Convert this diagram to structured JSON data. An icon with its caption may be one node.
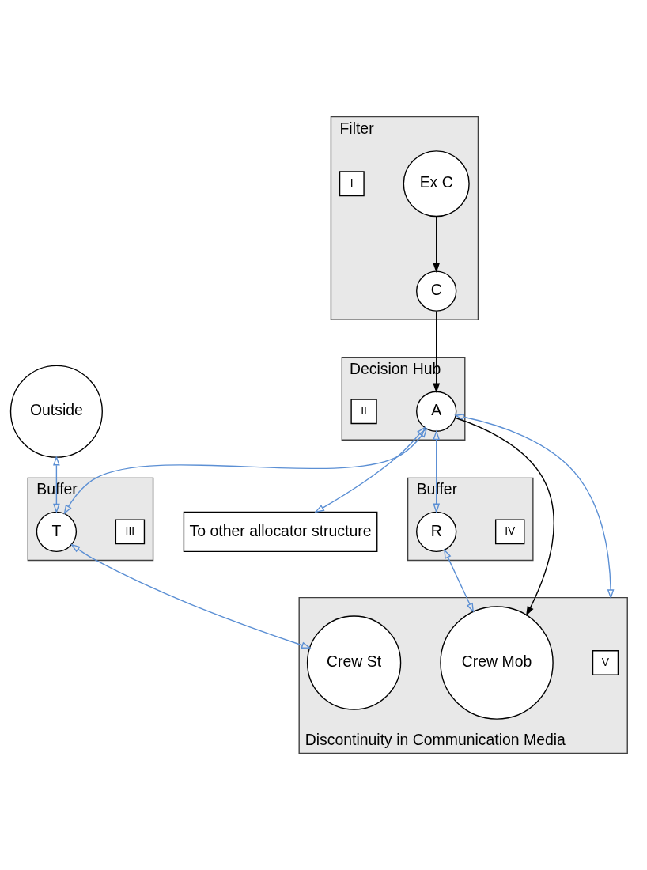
{
  "diagram": {
    "nodes": [
      {
        "text": [
          "Filter"
        ]
      },
      {
        "text": [
          "Ex C"
        ],
        "in": 0
      },
      {
        "text": [
          "I"
        ],
        "in": 0
      },
      {
        "text": [
          "C"
        ],
        "in": 0
      },
      {
        "text": [
          "Decision Hub"
        ]
      },
      {
        "text": [
          "A"
        ],
        "in": 4
      },
      {
        "text": [
          "II"
        ],
        "in": 4
      },
      {
        "text": [
          "To other allocator structure"
        ]
      },
      {
        "text": [
          "Buffer"
        ]
      },
      {
        "text": [
          "III"
        ],
        "in": 8
      },
      {
        "text": [
          "T"
        ],
        "in": 8
      },
      {
        "text": [
          "Outside"
        ]
      },
      {
        "text": [
          "Buffer"
        ]
      },
      {
        "text": [
          "IV"
        ],
        "in": 12
      },
      {
        "text": [
          "R"
        ],
        "in": 12
      },
      {
        "text": [
          "Discontinuity in Communication Media"
        ]
      },
      {
        "text": [
          "Crew St"
        ],
        "in": 15
      },
      {
        "text": [
          "V"
        ],
        "in": 15
      },
      {
        "text": [
          "Crew Mob"
        ],
        "in": 15
      }
    ],
    "edges": [
      {
        "from": 1,
        "to": 3,
        "arrow": "to",
        "color": "#000000"
      },
      {
        "from": 3,
        "to": 5,
        "arrow": "to",
        "color": "#000000"
      },
      {
        "from": 5,
        "to": 7,
        "arrow": "both"
      },
      {
        "from": 5,
        "to": 10,
        "arrow": "both"
      },
      {
        "from": 11,
        "to": 10,
        "arrow": "both"
      },
      {
        "from": 5,
        "to": 14,
        "arrow": "both"
      },
      {
        "from": 10,
        "to": 16,
        "arrow": "both"
      },
      {
        "from": 5,
        "to": 15,
        "arrow": "both"
      },
      {
        "from": 5,
        "to": 18,
        "arrow": "to",
        "color": "#000000"
      },
      {
        "from": 14,
        "to": 18,
        "arrow": "both"
      }
    ]
  }
}
